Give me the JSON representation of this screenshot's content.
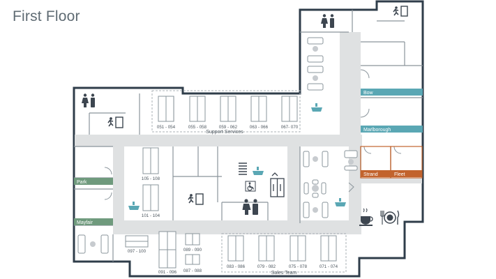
{
  "title": "First Floor",
  "colors": {
    "wall": "#2f3d4a",
    "corridor": "#dfe1e2",
    "line": "#a9b0b5",
    "icon": "#3d4650",
    "teal": "#5aa7b4",
    "green": "#6f9a7d",
    "orange": "#c2632d",
    "water": "#5aa7b4"
  },
  "zones": {
    "support_services": "Support Services",
    "sales_team": "Sales Team"
  },
  "desk_labels": {
    "d051": "051 - 054",
    "d055": "055 - 058",
    "d059": "059 - 062",
    "d063": "063 - 066",
    "d067": "067- 070",
    "d105": "105 - 108",
    "d101": "101 - 104",
    "d097": "097 - 100",
    "d089": "089 - 090",
    "d087": "087 - 088",
    "d091": "091 - 096",
    "d083": "083 - 086",
    "d079": "079 - 082",
    "d075": "075 - 078",
    "d071": "071 - 074"
  },
  "rooms": {
    "bow": "Bow",
    "marlborough": "Marlborough",
    "strand": "Strand",
    "fleet": "Fleet",
    "park": "Park",
    "mayfair": "Mayfair"
  },
  "icons": [
    "toilets-icon",
    "fire-exit-icon",
    "water-cooler-icon",
    "stairs-icon",
    "wheelchair-icon",
    "lift-icon",
    "coffee-icon",
    "dining-icon"
  ]
}
